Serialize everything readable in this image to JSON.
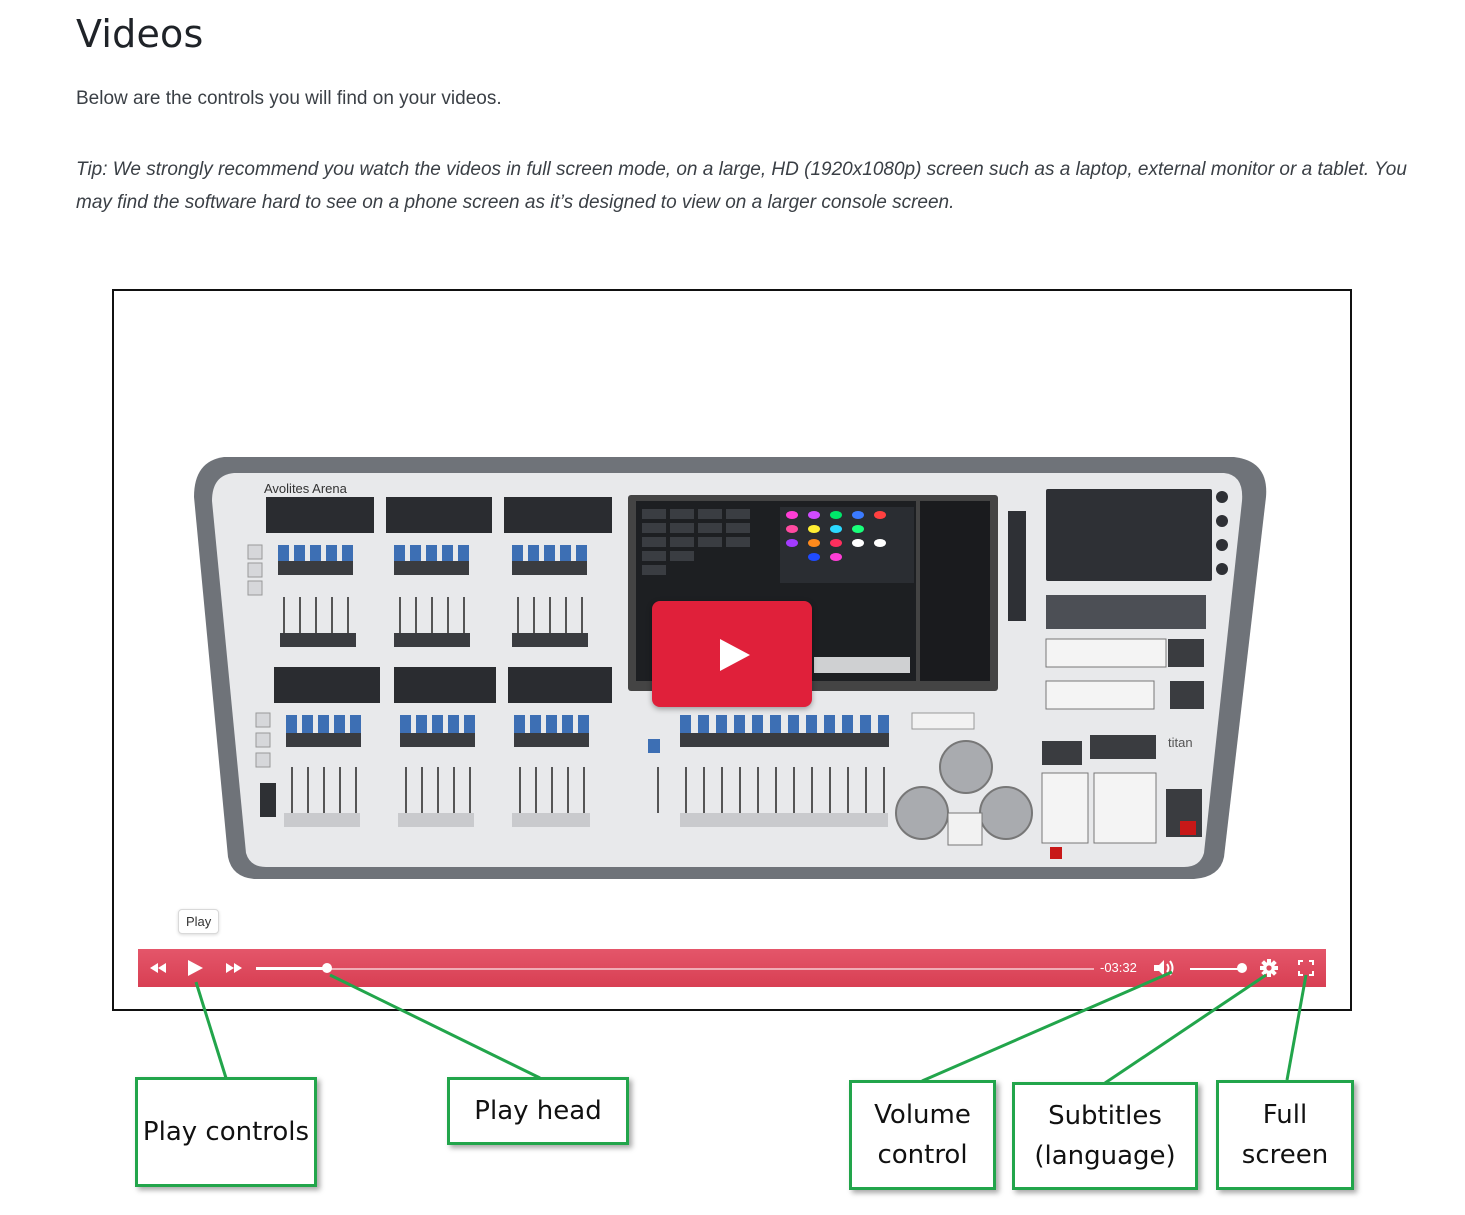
{
  "page": {
    "title": "Videos",
    "intro": "Below are the controls you will find on your videos.",
    "tip": "Tip: We strongly recommend you watch the videos in full screen mode, on a large, HD (1920x1080p) screen such as a laptop, external monitor or a tablet. You may find the software hard to see on a phone screen as it’s designed to view on a larger console screen."
  },
  "video": {
    "console_brand_label": "Avolites Arena",
    "console_model_label": "titan",
    "tooltip": "Play",
    "time_remaining": "-03:32",
    "playback_progress": 0.085,
    "volume_level": 1.0,
    "accent_color": "#e0203a",
    "controls": {
      "rewind_icon": "rewind-icon",
      "play_icon": "play-icon",
      "fast_forward_icon": "fast-forward-icon",
      "volume_icon": "volume-icon",
      "settings_icon": "gear-icon",
      "fullscreen_icon": "fullscreen-icon"
    }
  },
  "callouts": {
    "play_controls": "Play controls",
    "play_head": "Play head",
    "volume_control": "Volume control",
    "subtitles": "Subtitles (language)",
    "full_screen": "Full screen",
    "border_color": "#22a54b"
  }
}
